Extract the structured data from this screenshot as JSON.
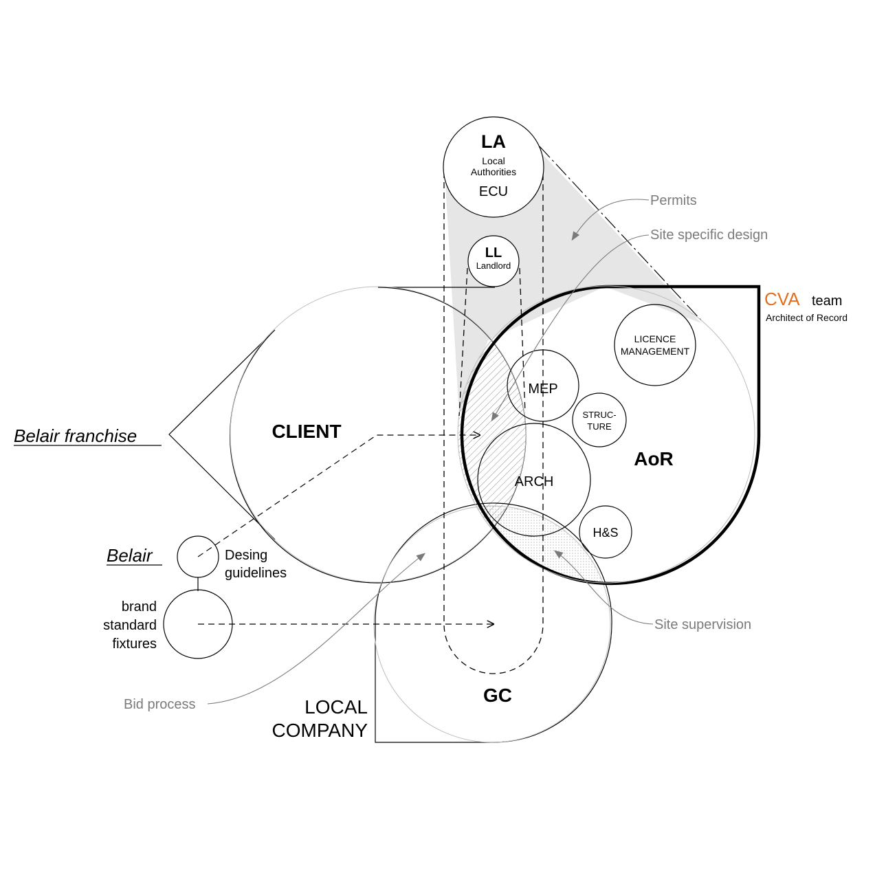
{
  "colors": {
    "accent": "#e07020",
    "annotation": "#7a7a7a",
    "shade": "#e6e6e6",
    "line": "#000000"
  },
  "la": {
    "title": "LA",
    "sub1": "Local",
    "sub2": "Authorities",
    "code": "ECU"
  },
  "ll": {
    "title": "LL",
    "sub": "Landlord"
  },
  "client": {
    "title": "CLIENT"
  },
  "aor": {
    "title": "AoR"
  },
  "gc": {
    "title": "GC"
  },
  "cva": {
    "name": "CVA",
    "team": "team",
    "role": "Architect of Record"
  },
  "disciplines": {
    "mep": "MEP",
    "structure_1": "STRUC-",
    "structure_2": "TURE",
    "arch": "ARCH",
    "hs": "H&S",
    "licence_1": "LICENCE",
    "licence_2": "MANAGEMENT"
  },
  "left": {
    "franchise": "Belair franchise",
    "belair": "Belair",
    "guidelines_1": "Desing",
    "guidelines_2": "guidelines",
    "fixtures_1": "brand",
    "fixtures_2": "standard",
    "fixtures_3": "fixtures"
  },
  "local_company": {
    "line1": "LOCAL",
    "line2": "COMPANY"
  },
  "annotations": {
    "permits": "Permits",
    "site_design": "Site specific design",
    "site_supervision": "Site supervision",
    "bid_process": "Bid process"
  }
}
